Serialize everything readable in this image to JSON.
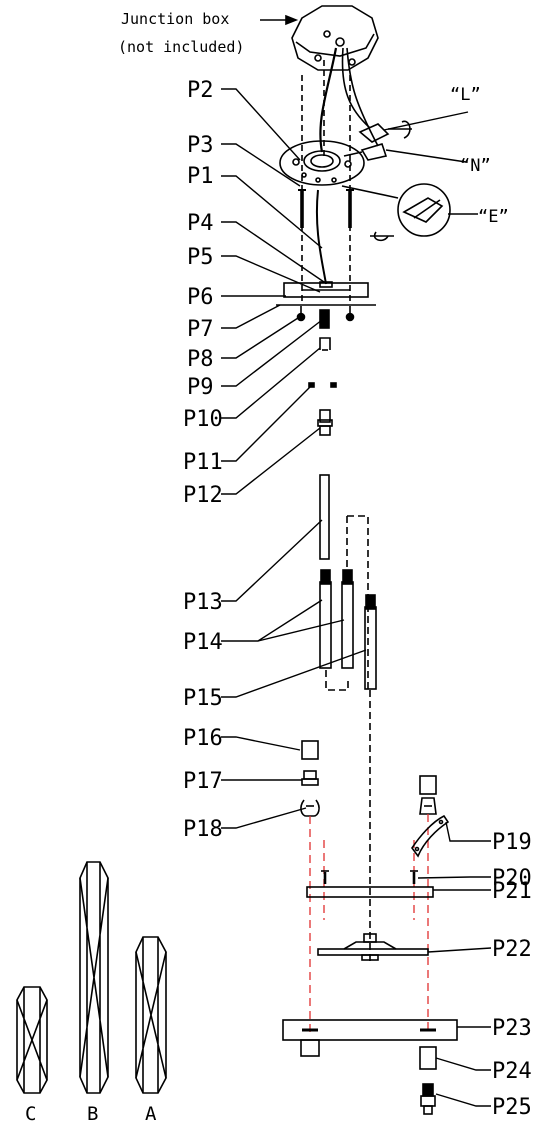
{
  "callouts": {
    "junction_box_line1": "Junction box",
    "junction_box_line2": "(not included)",
    "wire_l": "“L”",
    "wire_n": "“N”",
    "wire_e": "“E”"
  },
  "parts": [
    "P1",
    "P2",
    "P3",
    "P4",
    "P5",
    "P6",
    "P7",
    "P8",
    "P9",
    "P10",
    "P11",
    "P12",
    "P13",
    "P14",
    "P15",
    "P16",
    "P17",
    "P18",
    "P19",
    "P20",
    "P21",
    "P22",
    "P23",
    "P24",
    "P25"
  ],
  "crystals": [
    "C",
    "B",
    "A"
  ]
}
